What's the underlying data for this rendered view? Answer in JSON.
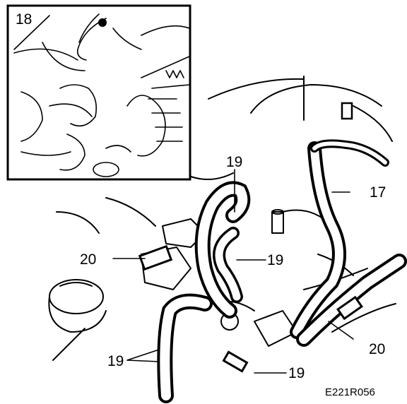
{
  "callouts": {
    "inset_label": "18",
    "hose_top": "19",
    "hose_center": "19",
    "hose_lower_left": "19",
    "hose_bottom": "19",
    "clamp_left": "20",
    "clamp_right": "20",
    "vacuum_line": "17"
  },
  "figure_reference": "E221R056",
  "colors": {
    "ink": "#000000",
    "paper": "#ffffff"
  }
}
